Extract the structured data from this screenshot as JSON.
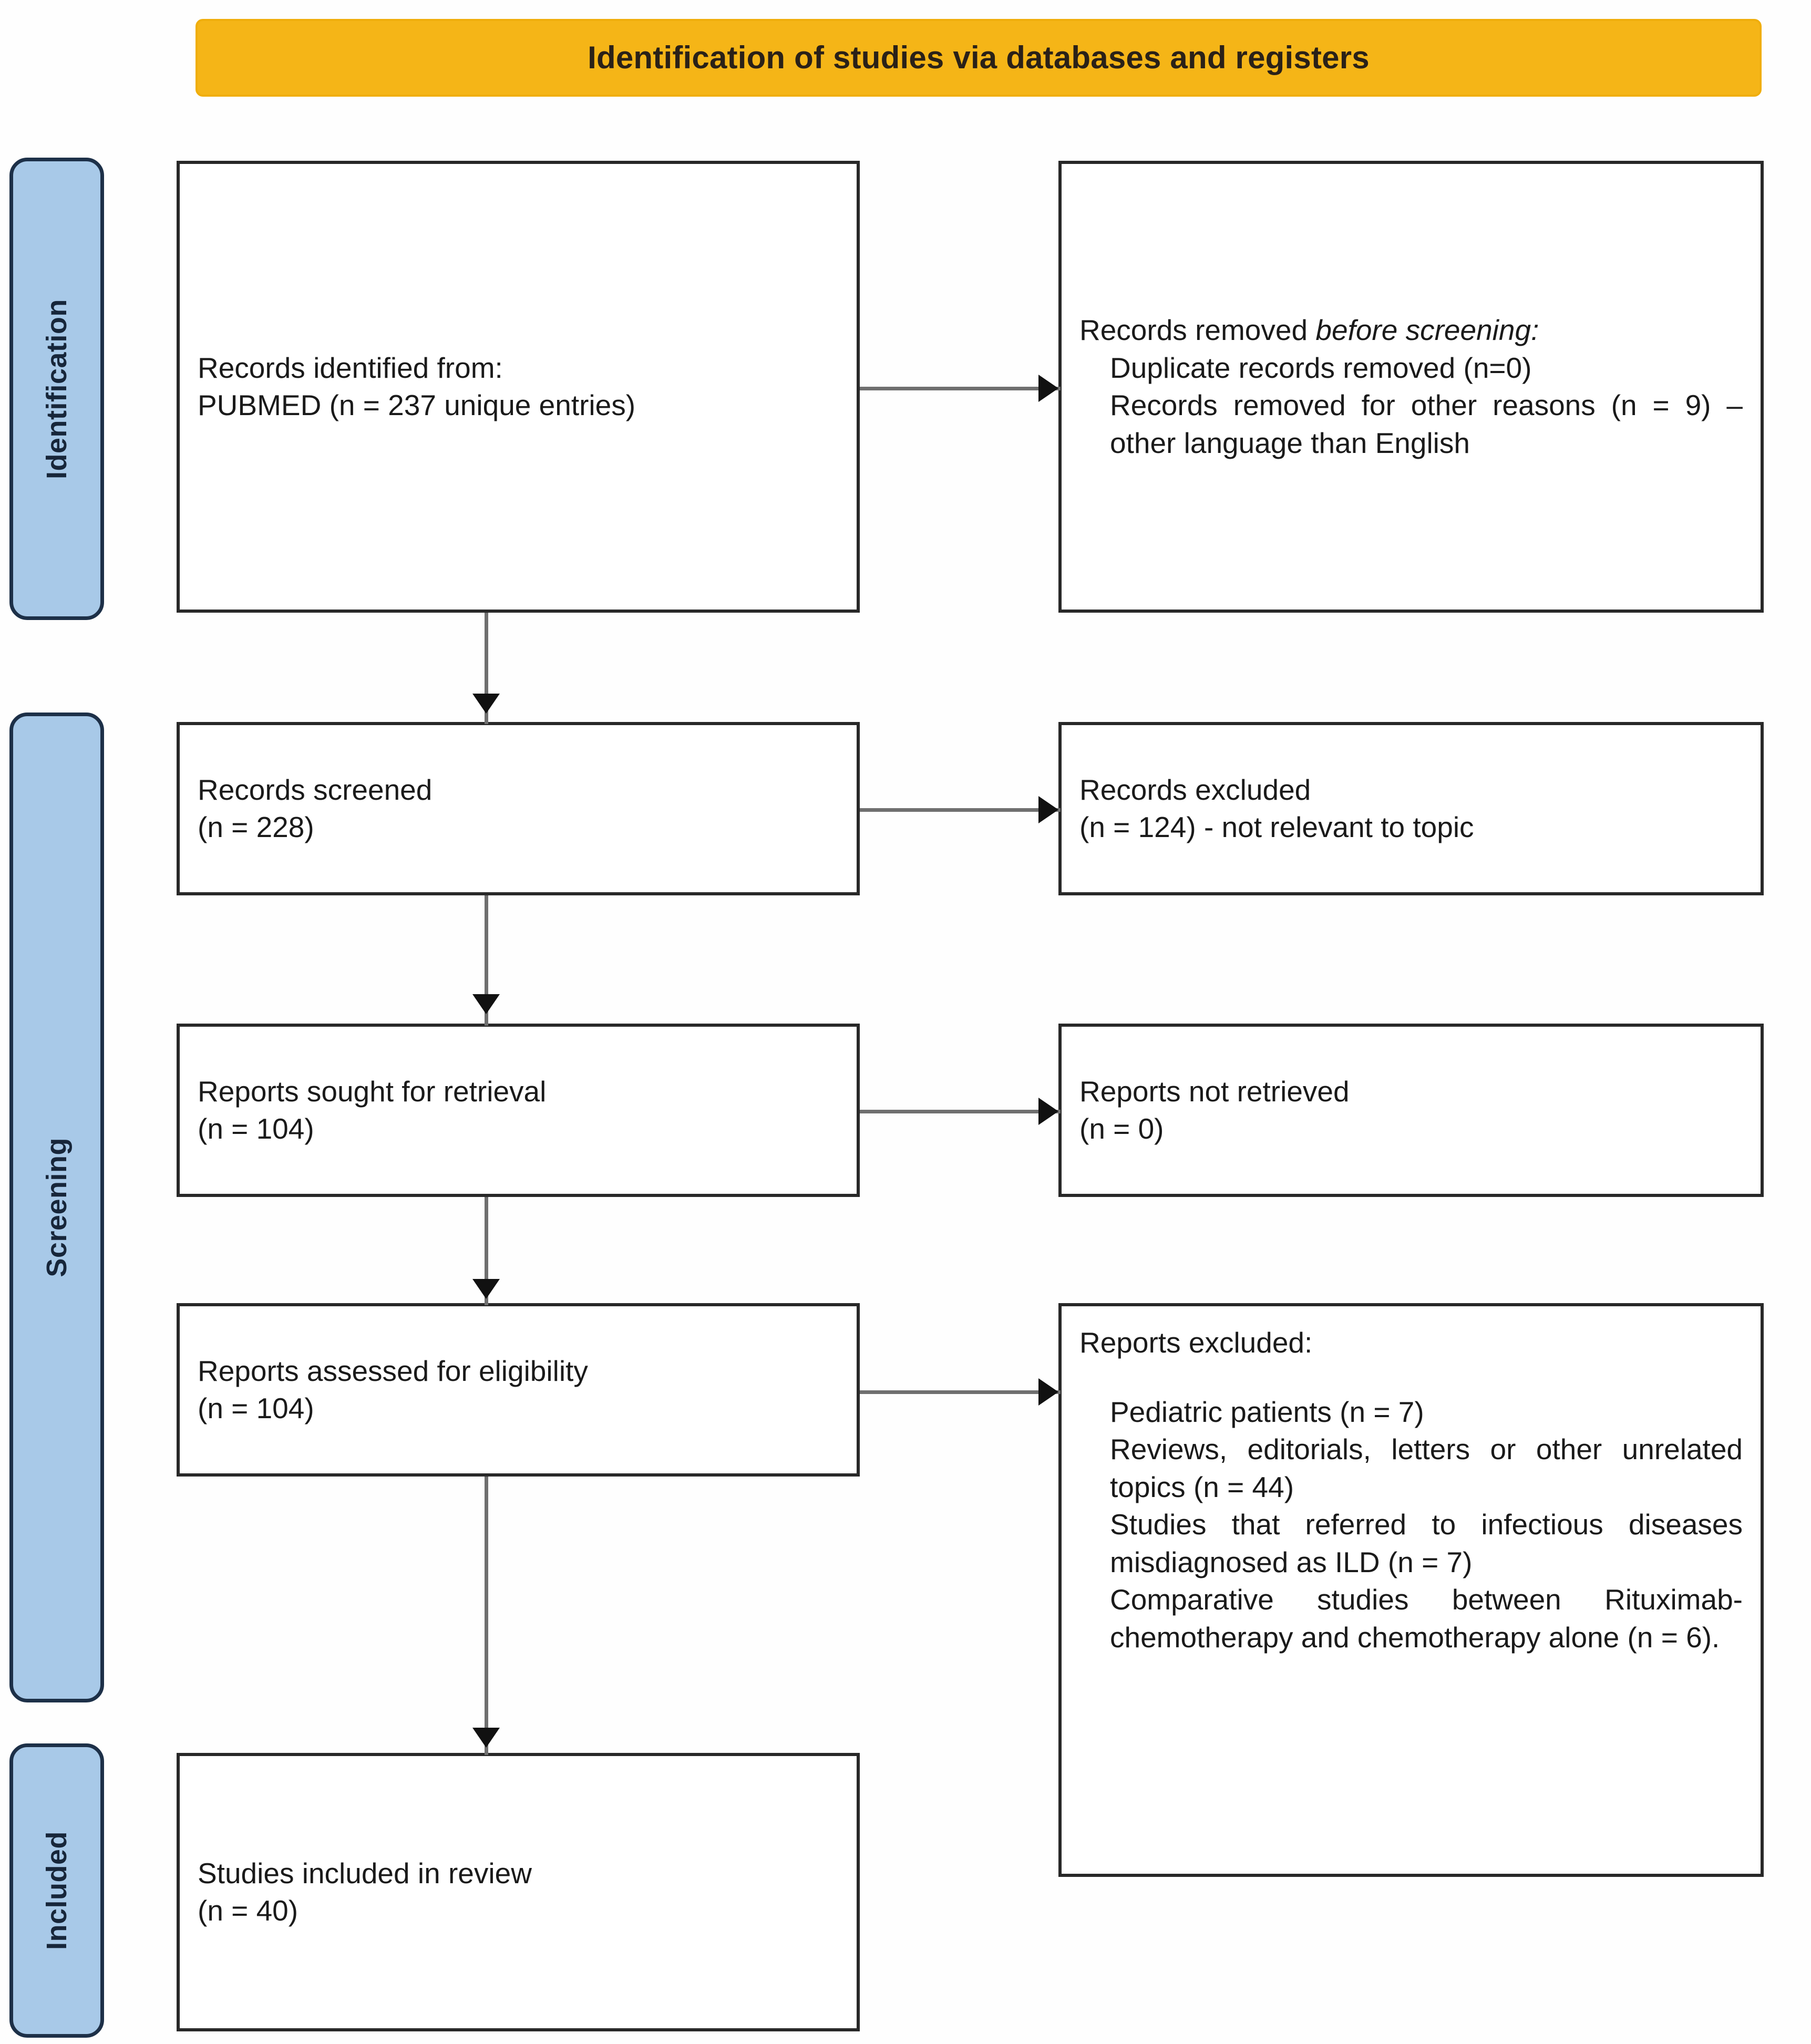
{
  "banner": {
    "title": "Identification of studies via databases and registers"
  },
  "stages": [
    {
      "id": "identification",
      "label": "Identification"
    },
    {
      "id": "screening",
      "label": "Screening"
    },
    {
      "id": "included",
      "label": "Included"
    }
  ],
  "boxes": {
    "identified": {
      "line1": "Records identified from:",
      "line2": "PUBMED (n = 237 unique entries)"
    },
    "removed_before_screening": {
      "heading_normal": "Records removed ",
      "heading_italic": "before screening",
      "heading_colon": ":",
      "item1": "Duplicate records removed (n=0)",
      "item2": "Records removed for other reasons (n = 9) – other language than English"
    },
    "screened": {
      "line1": "Records screened",
      "line2": "(n = 228)"
    },
    "records_excluded": {
      "line1": "Records excluded",
      "line2": "(n = 124) - not relevant to topic"
    },
    "sought": {
      "line1": "Reports sought for retrieval",
      "line2": "(n = 104)"
    },
    "not_retrieved": {
      "line1": "Reports not retrieved",
      "line2": "(n = 0)"
    },
    "assessed": {
      "line1": "Reports assessed for eligibility",
      "line2": "(n = 104)"
    },
    "reports_excluded": {
      "heading": "Reports excluded:",
      "item1": "Pediatric patients (n = 7)",
      "item2": "Reviews, editorials, letters or other unrelated topics (n = 44)",
      "item3": "Studies that referred to infectious diseases misdiagnosed as ILD (n = 7)",
      "item4": "Comparative studies between Rituximab-chemotherapy and chemotherapy alone (n = 6)."
    },
    "studies_included": {
      "line1": "Studies included in review",
      "line2": "(n = 40)"
    }
  },
  "colors": {
    "banner_fill": "#f5b517",
    "stage_fill": "#a8c9e8",
    "stage_border": "#1d3048",
    "box_border": "#282828",
    "connector": "#6f6f6f",
    "text": "#1a1a1a"
  },
  "chart_data": {
    "type": "diagram",
    "title": "Identification of studies via databases and registers",
    "nodes": [
      {
        "stage": "Identification",
        "label": "Records identified from: PUBMED",
        "n": 237
      },
      {
        "stage": "Identification",
        "label": "Duplicate records removed",
        "n": 0
      },
      {
        "stage": "Identification",
        "label": "Records removed for other reasons – other language than English",
        "n": 9
      },
      {
        "stage": "Screening",
        "label": "Records screened",
        "n": 228
      },
      {
        "stage": "Screening",
        "label": "Records excluded - not relevant to topic",
        "n": 124
      },
      {
        "stage": "Screening",
        "label": "Reports sought for retrieval",
        "n": 104
      },
      {
        "stage": "Screening",
        "label": "Reports not retrieved",
        "n": 0
      },
      {
        "stage": "Screening",
        "label": "Reports assessed for eligibility",
        "n": 104
      },
      {
        "stage": "Screening",
        "label": "Reports excluded: Pediatric patients",
        "n": 7
      },
      {
        "stage": "Screening",
        "label": "Reports excluded: Reviews, editorials, letters or other unrelated topics",
        "n": 44
      },
      {
        "stage": "Screening",
        "label": "Reports excluded: Studies that referred to infectious diseases misdiagnosed as ILD",
        "n": 7
      },
      {
        "stage": "Screening",
        "label": "Reports excluded: Comparative studies between Rituximab-chemotherapy and chemotherapy alone",
        "n": 6
      },
      {
        "stage": "Included",
        "label": "Studies included in review",
        "n": 40
      }
    ]
  }
}
